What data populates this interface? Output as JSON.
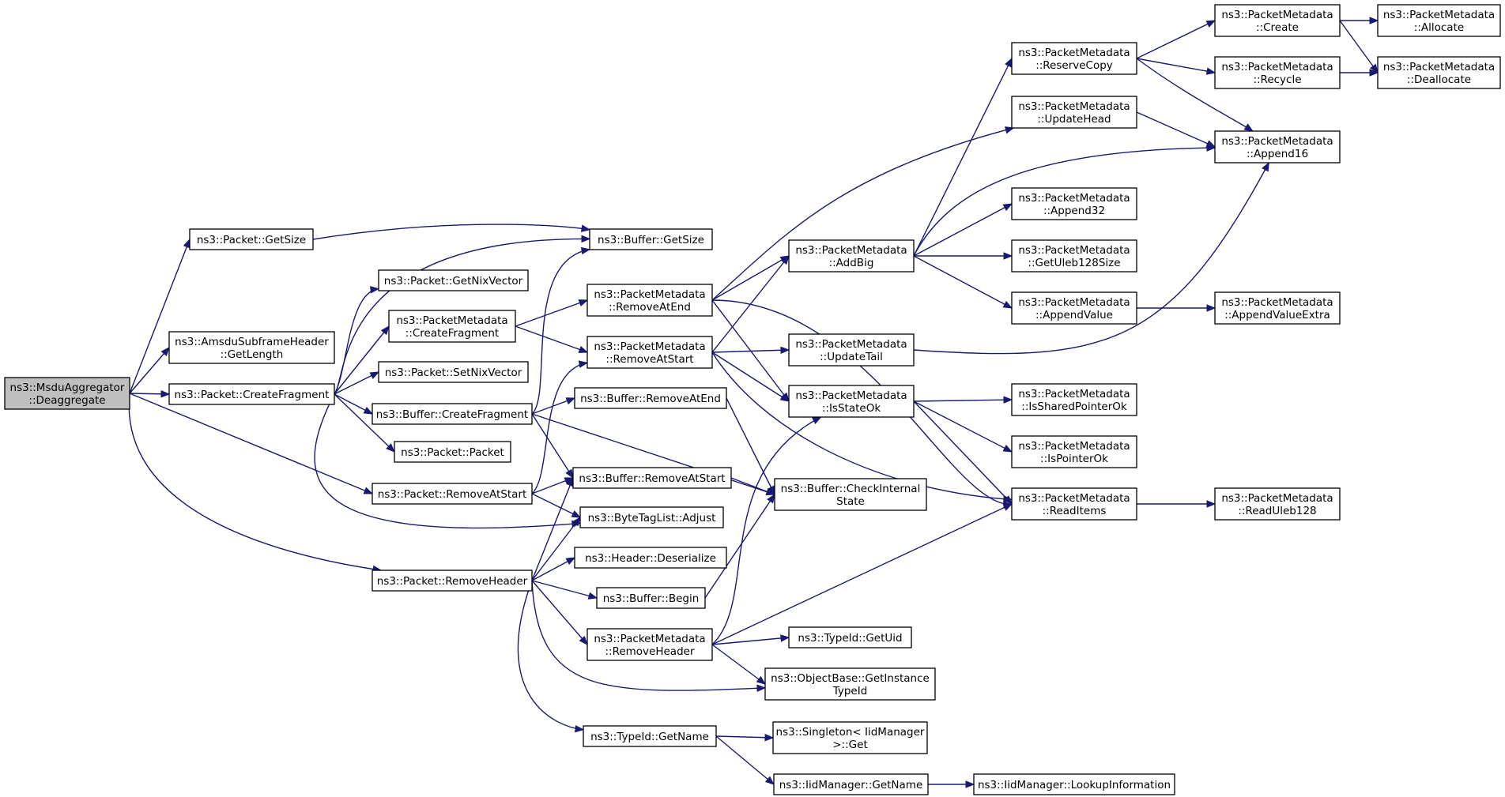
{
  "diagram": {
    "colors": {
      "edge": "#191970",
      "node_border": "#000000",
      "node_fill": "#ffffff",
      "root_fill": "#bfbfbf"
    },
    "nodes": [
      {
        "id": "deagg",
        "lines": [
          "ns3::MsduAggregator",
          "::Deaggregate"
        ],
        "root": true
      },
      {
        "id": "pkt_getsize",
        "lines": [
          "ns3::Packet::GetSize"
        ]
      },
      {
        "id": "amsdu_getlen",
        "lines": [
          "ns3::AmsduSubframeHeader",
          "::GetLength"
        ]
      },
      {
        "id": "pkt_createfrag",
        "lines": [
          "ns3::Packet::CreateFragment"
        ]
      },
      {
        "id": "pkt_removeatstart",
        "lines": [
          "ns3::Packet::RemoveAtStart"
        ]
      },
      {
        "id": "pkt_removeheader",
        "lines": [
          "ns3::Packet::RemoveHeader"
        ]
      },
      {
        "id": "pkt_getnix",
        "lines": [
          "ns3::Packet::GetNixVector"
        ]
      },
      {
        "id": "pm_createfrag",
        "lines": [
          "ns3::PacketMetadata",
          "::CreateFragment"
        ]
      },
      {
        "id": "pkt_setnix",
        "lines": [
          "ns3::Packet::SetNixVector"
        ]
      },
      {
        "id": "buf_createfrag",
        "lines": [
          "ns3::Buffer::CreateFragment"
        ]
      },
      {
        "id": "pkt_packet",
        "lines": [
          "ns3::Packet::Packet"
        ]
      },
      {
        "id": "buf_getsize",
        "lines": [
          "ns3::Buffer::GetSize"
        ]
      },
      {
        "id": "pm_removeatend",
        "lines": [
          "ns3::PacketMetadata",
          "::RemoveAtEnd"
        ]
      },
      {
        "id": "pm_removeatstart",
        "lines": [
          "ns3::PacketMetadata",
          "::RemoveAtStart"
        ]
      },
      {
        "id": "buf_removeatend",
        "lines": [
          "ns3::Buffer::RemoveAtEnd"
        ]
      },
      {
        "id": "buf_removeatstart",
        "lines": [
          "ns3::Buffer::RemoveAtStart"
        ]
      },
      {
        "id": "btl_adjust",
        "lines": [
          "ns3::ByteTagList::Adjust"
        ]
      },
      {
        "id": "hdr_deserialize",
        "lines": [
          "ns3::Header::Deserialize"
        ]
      },
      {
        "id": "buf_begin",
        "lines": [
          "ns3::Buffer::Begin"
        ]
      },
      {
        "id": "pm_removeheader",
        "lines": [
          "ns3::PacketMetadata",
          "::RemoveHeader"
        ]
      },
      {
        "id": "tid_getname",
        "lines": [
          "ns3::TypeId::GetName"
        ]
      },
      {
        "id": "pm_addbig",
        "lines": [
          "ns3::PacketMetadata",
          "::AddBig"
        ]
      },
      {
        "id": "pm_updatetail",
        "lines": [
          "ns3::PacketMetadata",
          "::UpdateTail"
        ]
      },
      {
        "id": "pm_isstateok",
        "lines": [
          "ns3::PacketMetadata",
          "::IsStateOk"
        ]
      },
      {
        "id": "buf_checkinternal",
        "lines": [
          "ns3::Buffer::CheckInternal",
          "State"
        ]
      },
      {
        "id": "tid_getuid",
        "lines": [
          "ns3::TypeId::GetUid"
        ]
      },
      {
        "id": "ob_getinstance",
        "lines": [
          "ns3::ObjectBase::GetInstance",
          "TypeId"
        ]
      },
      {
        "id": "singleton_get",
        "lines": [
          "ns3::Singleton< IidManager",
          ">::Get"
        ]
      },
      {
        "id": "iid_getname",
        "lines": [
          "ns3::IidManager::GetName"
        ]
      },
      {
        "id": "pm_reservecopy",
        "lines": [
          "ns3::PacketMetadata",
          "::ReserveCopy"
        ]
      },
      {
        "id": "pm_updatehead",
        "lines": [
          "ns3::PacketMetadata",
          "::UpdateHead"
        ]
      },
      {
        "id": "pm_append32",
        "lines": [
          "ns3::PacketMetadata",
          "::Append32"
        ]
      },
      {
        "id": "pm_getuleb",
        "lines": [
          "ns3::PacketMetadata",
          "::GetUleb128Size"
        ]
      },
      {
        "id": "pm_appendvalue",
        "lines": [
          "ns3::PacketMetadata",
          "::AppendValue"
        ]
      },
      {
        "id": "pm_issharedptr",
        "lines": [
          "ns3::PacketMetadata",
          "::IsSharedPointerOk"
        ]
      },
      {
        "id": "pm_isptr",
        "lines": [
          "ns3::PacketMetadata",
          "::IsPointerOk"
        ]
      },
      {
        "id": "pm_readitems",
        "lines": [
          "ns3::PacketMetadata",
          "::ReadItems"
        ]
      },
      {
        "id": "iid_lookup",
        "lines": [
          "ns3::IidManager::LookupInformation"
        ]
      },
      {
        "id": "pm_create",
        "lines": [
          "ns3::PacketMetadata",
          "::Create"
        ]
      },
      {
        "id": "pm_recycle",
        "lines": [
          "ns3::PacketMetadata",
          "::Recycle"
        ]
      },
      {
        "id": "pm_append16",
        "lines": [
          "ns3::PacketMetadata",
          "::Append16"
        ]
      },
      {
        "id": "pm_appendvalueextra",
        "lines": [
          "ns3::PacketMetadata",
          "::AppendValueExtra"
        ]
      },
      {
        "id": "pm_readuleb",
        "lines": [
          "ns3::PacketMetadata",
          "::ReadUleb128"
        ]
      },
      {
        "id": "pm_allocate",
        "lines": [
          "ns3::PacketMetadata",
          "::Allocate"
        ]
      },
      {
        "id": "pm_deallocate",
        "lines": [
          "ns3::PacketMetadata",
          "::Deallocate"
        ]
      }
    ]
  }
}
